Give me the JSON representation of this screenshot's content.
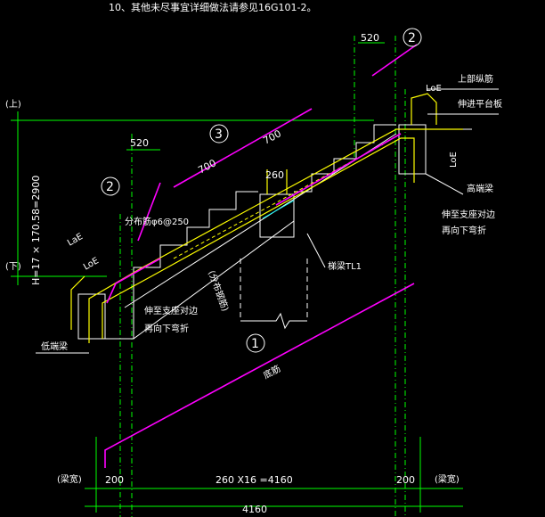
{
  "title": "10、其他未尽事宜详细做法请参见16G101-2。",
  "dimensions": {
    "top_520": "520",
    "left_520": "520",
    "stair_700_a": "700",
    "stair_700_b": "700",
    "beam_260": "260",
    "height": "H=17 × 170.58=2900",
    "bottom_200_left": "200",
    "bottom_200_right": "200",
    "bottom_run": "260 X16 =4160",
    "bottom_total": "4160"
  },
  "labels": {
    "upper_level": "(上)",
    "lower_level": "(下)",
    "loe_top": "LoE",
    "loe_right": "LoE",
    "loe_left_a": "LaE",
    "loe_left_b": "LoE",
    "top_rebar": "上部纵筋",
    "extend_platform": "伸进平台板",
    "high_beam": "高端梁",
    "extend_bend_1": "伸至支座对边",
    "extend_bend_2": "再向下弯折",
    "distribution_bar": "分布筋φ6@250",
    "stair_beam": "梯梁TL1",
    "low_beam": "低端梁",
    "extend_bend_left_1": "伸至支座对边",
    "extend_bend_left_2": "再向下弯折",
    "bottom_bar": "底筋",
    "beam_width_left": "(梁宽)",
    "beam_width_right": "(梁宽)",
    "diag_text": "(分布钢筋)"
  },
  "markers": {
    "m1": "1",
    "m2_top": "2",
    "m2_left": "2",
    "m3": "3"
  },
  "colors": {
    "background": "#000000",
    "green": "#00ff00",
    "yellow": "#ffff00",
    "magenta": "#ff00ff",
    "white": "#ffffff",
    "cyan": "#00ffff"
  }
}
